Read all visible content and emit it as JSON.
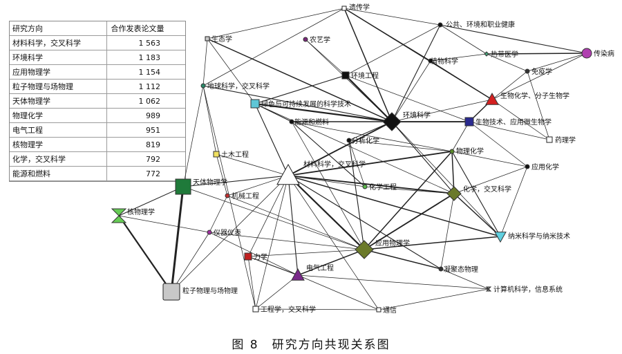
{
  "table": {
    "header": [
      "研究方向",
      "合作发表论文量"
    ],
    "rows": [
      [
        "材料科学，交叉科学",
        "1 563"
      ],
      [
        "环境科学",
        "1 183"
      ],
      [
        "应用物理学",
        "1 154"
      ],
      [
        "粒子物理与场物理",
        "1 112"
      ],
      [
        "天体物理学",
        "1 062"
      ],
      [
        "物理化学",
        "989"
      ],
      [
        "电气工程",
        "951"
      ],
      [
        "核物理学",
        "819"
      ],
      [
        "化学，交叉科学",
        "792"
      ],
      [
        "能源和燃料",
        "772"
      ]
    ]
  },
  "caption": "图 8　研究方向共现关系图",
  "nodes": [
    {
      "id": "yichuanxue",
      "label": "遗传学",
      "shape": "square",
      "color": "#ffffff"
    },
    {
      "id": "gonggong",
      "label": "公共、环境和职业健康",
      "shape": "dot",
      "color": "#111111"
    },
    {
      "id": "shengtaixue",
      "label": "生态学",
      "shape": "square",
      "color": "#c8c8c8"
    },
    {
      "id": "nongyixue",
      "label": "农艺学",
      "shape": "dot",
      "color": "#7a2a7a"
    },
    {
      "id": "redaiyixue",
      "label": "热带医学",
      "shape": "diamond",
      "color": "#4aa37a"
    },
    {
      "id": "chuanranbing",
      "label": "传染病",
      "shape": "circle",
      "color": "#b040b0"
    },
    {
      "id": "zhiwukexue",
      "label": "植物科学",
      "shape": "dot",
      "color": "#111111"
    },
    {
      "id": "huanjinggongcheng",
      "label": "环境工程",
      "shape": "square",
      "color": "#111111"
    },
    {
      "id": "mianyixue",
      "label": "免疫学",
      "shape": "dot",
      "color": "#333333"
    },
    {
      "id": "diqiukexue",
      "label": "地球科学，交叉科学",
      "shape": "dot",
      "color": "#2a8a6a"
    },
    {
      "id": "shengwuhuaxue",
      "label": "生物化学、分子生物学",
      "shape": "triangle",
      "color": "#d42020"
    },
    {
      "id": "lvse",
      "label": "绿色与可持续发展的科学技术",
      "shape": "square",
      "color": "#5fc6d6"
    },
    {
      "id": "huanjingkexue",
      "label": "环境科学",
      "shape": "diamond",
      "color": "#111111"
    },
    {
      "id": "shengwujishu",
      "label": "生物技术、应用微生物学",
      "shape": "square",
      "color": "#2a2a90"
    },
    {
      "id": "nengyuan",
      "label": "能源和燃料",
      "shape": "dot",
      "color": "#111111"
    },
    {
      "id": "yaolixue",
      "label": "药理学",
      "shape": "square",
      "color": "#ffffff"
    },
    {
      "id": "fenxihuaxue",
      "label": "分析化学",
      "shape": "dot",
      "color": "#111111"
    },
    {
      "id": "wulihuaxue",
      "label": "物理化学",
      "shape": "dot",
      "color": "#5a8a2a"
    },
    {
      "id": "tumugongcheng",
      "label": "土木工程",
      "shape": "square",
      "color": "#f0e060"
    },
    {
      "id": "yingyonghuaxue",
      "label": "应用化学",
      "shape": "dot",
      "color": "#111111"
    },
    {
      "id": "cailiaokexue",
      "label": "材料科学，交叉科学",
      "shape": "triangle",
      "color": "#ffffff"
    },
    {
      "id": "tiantiwulixue",
      "label": "天体物理学",
      "shape": "square",
      "color": "#1f7a3a"
    },
    {
      "id": "huaxuegongcheng",
      "label": "化学工程",
      "shape": "dot",
      "color": "#5ab84a"
    },
    {
      "id": "jixiegongcheng",
      "label": "机械工程",
      "shape": "dot",
      "color": "#c03030"
    },
    {
      "id": "huaxuejiaocha",
      "label": "化学，交叉科学",
      "shape": "diamond",
      "color": "#6b7a2a"
    },
    {
      "id": "hewulixue",
      "label": "核物理学",
      "shape": "hourglass",
      "color": "#66cc55"
    },
    {
      "id": "yiqiyibiao",
      "label": "仪器仪表",
      "shape": "dot",
      "color": "#a030a0"
    },
    {
      "id": "nami",
      "label": "纳米科学与纳米技术",
      "shape": "triangle-down",
      "color": "#60d0e0"
    },
    {
      "id": "yingyongwulixue",
      "label": "应用物理学",
      "shape": "diamond",
      "color": "#6b7a2a"
    },
    {
      "id": "lixue",
      "label": "力学",
      "shape": "square",
      "color": "#c02020"
    },
    {
      "id": "dianqigongcheng",
      "label": "电气工程",
      "shape": "triangle",
      "color": "#7a2a8a"
    },
    {
      "id": "ningjutai",
      "label": "凝聚态物理",
      "shape": "dot",
      "color": "#333333"
    },
    {
      "id": "lizi",
      "label": "粒子物理与场物理",
      "shape": "square",
      "color": "#c8c8c8"
    },
    {
      "id": "jisuanji",
      "label": "计算机科学，信息系统",
      "shape": "hourglass",
      "color": "#888888"
    },
    {
      "id": "gongchengxue",
      "label": "工程学，交叉科学",
      "shape": "square",
      "color": "#ffffff"
    },
    {
      "id": "tongxin",
      "label": "通信",
      "shape": "square",
      "color": "#ffffff"
    }
  ]
}
